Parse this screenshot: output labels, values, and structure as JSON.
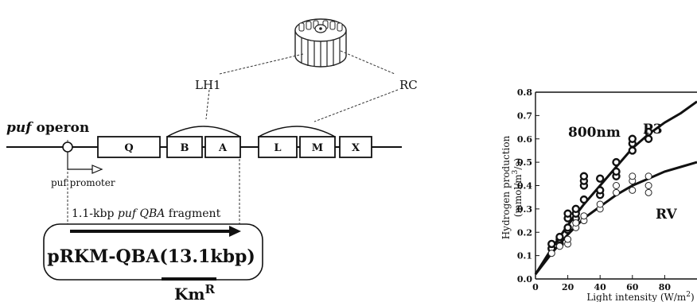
{
  "diagram": {
    "lh1_label": "LH1",
    "rc_label": "RC",
    "operon_label_italic": "puf",
    "operon_label_rest": " operon",
    "genes": [
      "Q",
      "B",
      "A",
      "L",
      "M",
      "X"
    ],
    "promoter_label": "puf promoter",
    "fragment_prefix": "1.1-kbp ",
    "fragment_italic": "puf QBA",
    "fragment_suffix": " fragment",
    "plasmid_label": "pRKM-QBA(13.1kbp)",
    "km_base": "Km",
    "km_sup": "R"
  },
  "chart_data": {
    "type": "scatter",
    "annotation": "800nm",
    "xlabel_text": "Light intensity (W/m",
    "xlabel_sup": "2",
    "xlabel_close": ")",
    "ylabel_line1": "Hydrogen production",
    "ylabel_line2_pre": "(mmol/m",
    "ylabel_line2_sup": "3",
    "ylabel_line2_post": "/s)",
    "xlim": [
      0,
      100
    ],
    "ylim": [
      0,
      0.8
    ],
    "x_ticks": [
      0,
      20,
      40,
      60,
      80
    ],
    "y_ticks": [
      0.0,
      0.1,
      0.2,
      0.3,
      0.4,
      0.5,
      0.6,
      0.7,
      0.8
    ],
    "series": [
      {
        "name": "P3",
        "marker": "filled-ring",
        "points": [
          [
            10,
            0.13
          ],
          [
            10,
            0.15
          ],
          [
            15,
            0.15
          ],
          [
            15,
            0.17
          ],
          [
            15,
            0.18
          ],
          [
            20,
            0.21
          ],
          [
            20,
            0.22
          ],
          [
            20,
            0.26
          ],
          [
            20,
            0.28
          ],
          [
            25,
            0.26
          ],
          [
            25,
            0.28
          ],
          [
            25,
            0.3
          ],
          [
            30,
            0.34
          ],
          [
            30,
            0.4
          ],
          [
            30,
            0.42
          ],
          [
            30,
            0.44
          ],
          [
            40,
            0.36
          ],
          [
            40,
            0.38
          ],
          [
            40,
            0.43
          ],
          [
            50,
            0.44
          ],
          [
            50,
            0.46
          ],
          [
            50,
            0.5
          ],
          [
            60,
            0.55
          ],
          [
            60,
            0.58
          ],
          [
            60,
            0.6
          ],
          [
            70,
            0.6
          ],
          [
            70,
            0.63
          ]
        ],
        "fit": [
          [
            0,
            0.02
          ],
          [
            10,
            0.13
          ],
          [
            20,
            0.23
          ],
          [
            30,
            0.32
          ],
          [
            40,
            0.4
          ],
          [
            50,
            0.48
          ],
          [
            60,
            0.56
          ],
          [
            70,
            0.62
          ],
          [
            80,
            0.67
          ],
          [
            90,
            0.71
          ],
          [
            100,
            0.76
          ]
        ]
      },
      {
        "name": "RV",
        "marker": "open-circle",
        "points": [
          [
            10,
            0.11
          ],
          [
            15,
            0.14
          ],
          [
            20,
            0.15
          ],
          [
            20,
            0.17
          ],
          [
            25,
            0.22
          ],
          [
            25,
            0.24
          ],
          [
            30,
            0.25
          ],
          [
            30,
            0.27
          ],
          [
            40,
            0.3
          ],
          [
            40,
            0.32
          ],
          [
            50,
            0.37
          ],
          [
            50,
            0.4
          ],
          [
            60,
            0.38
          ],
          [
            60,
            0.42
          ],
          [
            60,
            0.44
          ],
          [
            70,
            0.37
          ],
          [
            70,
            0.4
          ],
          [
            70,
            0.44
          ]
        ],
        "fit": [
          [
            0,
            0.02
          ],
          [
            10,
            0.11
          ],
          [
            20,
            0.19
          ],
          [
            30,
            0.26
          ],
          [
            40,
            0.31
          ],
          [
            50,
            0.36
          ],
          [
            60,
            0.4
          ],
          [
            70,
            0.43
          ],
          [
            80,
            0.46
          ],
          [
            90,
            0.48
          ],
          [
            100,
            0.5
          ]
        ]
      }
    ]
  }
}
